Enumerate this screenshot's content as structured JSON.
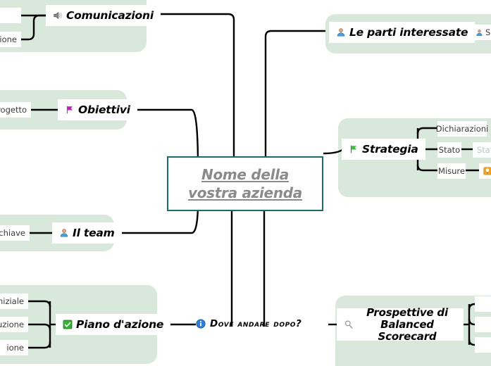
{
  "document": {
    "type": "mind-map",
    "language": "it",
    "background_color": "#ffffff",
    "branch_fill_color": "#d8e8da",
    "central_border_color": "#1d6b66",
    "central_text_color": "#8a8a8a",
    "connector_color": "#000000"
  },
  "central": {
    "line1": "Nome della",
    "line2": "vostra azienda",
    "full_text": "Nome della vostra azienda"
  },
  "branches": [
    {
      "id": "comunicazioni",
      "label": "Comunicazioni",
      "icon": "speaker-icon",
      "children": [
        {
          "label": "",
          "truncated": true
        },
        {
          "label": "azione",
          "truncated": true
        }
      ]
    },
    {
      "id": "obiettivi",
      "label": "Obiettivi",
      "icon": "flag-purple-icon",
      "children": [
        {
          "label": "l progetto",
          "truncated": true
        }
      ]
    },
    {
      "id": "il-team",
      "label": "Il team",
      "icon": "person-icon",
      "children": [
        {
          "label": "li chiave",
          "truncated": true
        }
      ]
    },
    {
      "id": "piano-dazione",
      "label": "Piano d'azione",
      "icon": "checkbox-green-icon",
      "children": [
        {
          "label": "ase iniziale",
          "truncated": true
        },
        {
          "label": "secuzione",
          "truncated": true
        },
        {
          "label": "ione",
          "truncated": true
        }
      ]
    },
    {
      "id": "le-parti-interessate",
      "label": "Le parti interessate",
      "icon": "person-icon",
      "children": [
        {
          "label": "S",
          "icon": "person-icon",
          "truncated": true
        }
      ]
    },
    {
      "id": "strategia",
      "label": "Strategia",
      "icon": "flag-green-icon",
      "children": [
        {
          "label": "Dichiarazioni",
          "truncated": false
        },
        {
          "label": "Stato",
          "truncated": false
        },
        {
          "label": "Misure",
          "truncated": false
        }
      ],
      "grandchildren": [
        {
          "label": "Stat",
          "truncated": true,
          "parent": "Stato"
        },
        {
          "label": "",
          "icon": "bulb-orange-icon",
          "truncated": true,
          "parent": "Misure"
        }
      ]
    },
    {
      "id": "prospettive-balanced-scorecard",
      "label_line1": "Prospettive di",
      "label_line2": "Balanced Scorecard",
      "label": "Prospettive di Balanced Scorecard",
      "icon": "magnifier-icon",
      "children": [
        {
          "label": "",
          "truncated": true
        },
        {
          "label": "",
          "truncated": true
        },
        {
          "label": "",
          "truncated": true
        }
      ]
    }
  ],
  "free_nodes": [
    {
      "id": "dove-andare-dopo",
      "label": "Dove andare dopo?",
      "icon": "info-blue-icon"
    }
  ]
}
